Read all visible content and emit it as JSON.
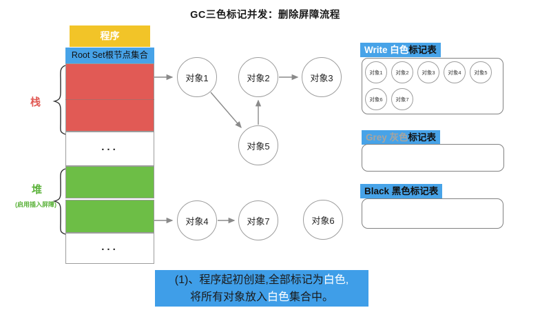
{
  "title": "GC三色标记并发：删除屏障流程",
  "memory": {
    "program": "程序",
    "root_set": "Root Set根节点集合",
    "stack_label": "栈",
    "heap_label": "堆",
    "heap_note": "(启用插入屏障)",
    "ellipsis1": "...",
    "ellipsis2": "..."
  },
  "graph": {
    "nodes": [
      {
        "id": "obj1",
        "label": "对象1"
      },
      {
        "id": "obj2",
        "label": "对象2"
      },
      {
        "id": "obj3",
        "label": "对象3"
      },
      {
        "id": "obj5",
        "label": "对象5"
      },
      {
        "id": "obj4",
        "label": "对象4"
      },
      {
        "id": "obj7",
        "label": "对象7"
      },
      {
        "id": "obj6",
        "label": "对象6"
      }
    ],
    "edges": [
      {
        "from": "stack",
        "to": "obj1"
      },
      {
        "from": "obj1",
        "to": "obj5"
      },
      {
        "from": "obj5",
        "to": "obj2"
      },
      {
        "from": "obj2",
        "to": "obj3"
      },
      {
        "from": "heap",
        "to": "obj4"
      },
      {
        "from": "obj4",
        "to": "obj7"
      }
    ]
  },
  "tables": {
    "white": {
      "name": "Write 白色",
      "suffix": "标记表",
      "items": [
        "对象1",
        "对象2",
        "对象3",
        "对象4",
        "对象5",
        "对象6",
        "对象7"
      ]
    },
    "grey": {
      "name": "Grey 灰色",
      "suffix": "标记表",
      "items": []
    },
    "black": {
      "name": "Black 黑色",
      "suffix": "标记表",
      "items": []
    }
  },
  "caption": {
    "line1_pre": "(1)、程序起初创建,全部标记为",
    "line1_highlight": "白色,",
    "line2_pre": "将所有对象放入",
    "line2_highlight": "白色",
    "line2_post": "集合中。"
  },
  "colors": {
    "label_blue": "#47A3E8",
    "caption_blue": "#3F9EE8",
    "stack_red": "#E15A55",
    "heap_green": "#6DBE46",
    "program_yellow": "#F2C428",
    "grey_text": "#A8A49E"
  }
}
